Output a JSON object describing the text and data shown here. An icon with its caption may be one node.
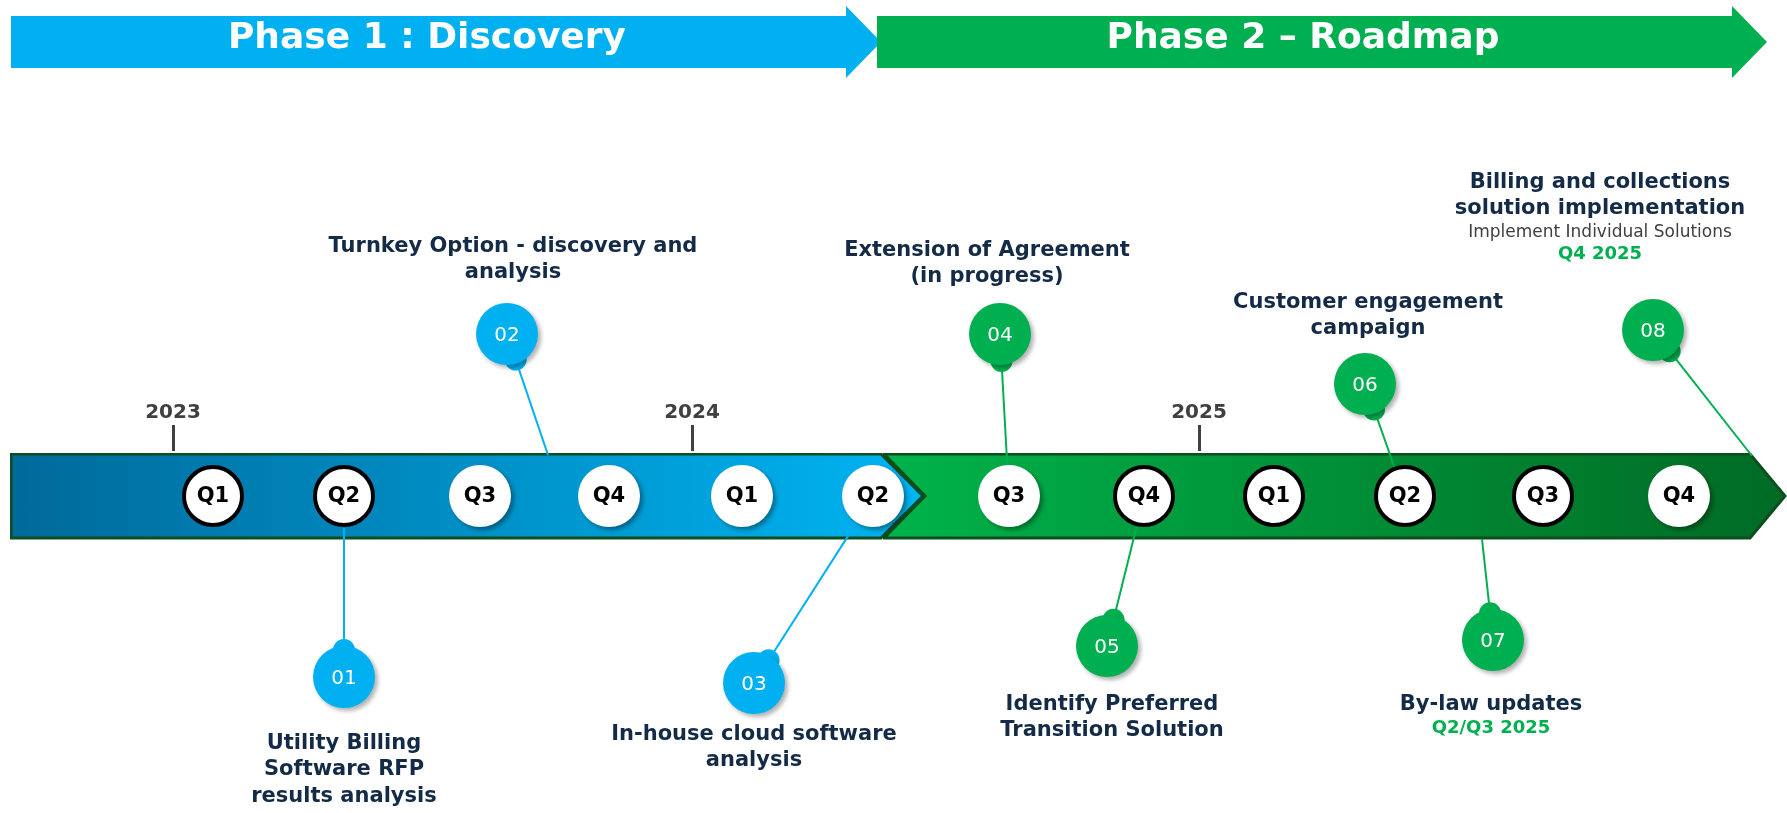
{
  "diagram": {
    "nodes": [
      {
        "text": [
          "Phase 1 : Discovery"
        ]
      },
      {
        "text": [
          "Phase 2 – Roadmap"
        ]
      },
      {
        "text": [],
        "shape": "bar"
      },
      {
        "text": [],
        "shape": "bar"
      },
      {
        "text": [
          "Q1"
        ],
        "in": 2
      },
      {
        "text": [
          "Q2"
        ],
        "in": 2
      },
      {
        "text": [
          "Q3"
        ],
        "in": 2
      },
      {
        "text": [
          "Q4"
        ],
        "in": 2
      },
      {
        "text": [
          "Q1"
        ],
        "in": 2
      },
      {
        "text": [
          "Q2"
        ],
        "in": 2
      },
      {
        "text": [
          "Q3"
        ],
        "in": 3
      },
      {
        "text": [
          "Q4"
        ],
        "in": 3
      },
      {
        "text": [
          "Q1"
        ],
        "in": 3
      },
      {
        "text": [
          "Q2"
        ],
        "in": 3
      },
      {
        "text": [
          "Q3"
        ],
        "in": 3
      },
      {
        "text": [
          "Q4"
        ],
        "in": 3
      },
      {
        "text": [
          "01"
        ],
        "beside": [
          "Utility Billing Software RFP results analysis"
        ]
      },
      {
        "text": [
          "02"
        ],
        "beside": [
          "Turnkey Option - discovery and analysis"
        ]
      },
      {
        "text": [
          "03"
        ],
        "beside": [
          "In-house cloud software analysis"
        ]
      },
      {
        "text": [
          "04"
        ],
        "beside": [
          "Extension of Agreement (in progress)"
        ]
      },
      {
        "text": [
          "05"
        ],
        "beside": [
          "Identify Preferred Transition Solution"
        ]
      },
      {
        "text": [
          "06"
        ],
        "beside": [
          "Customer engagement campaign"
        ]
      },
      {
        "text": [
          "07"
        ],
        "beside": [
          "By-law updates",
          "Q2/Q3 2025"
        ]
      },
      {
        "text": [
          "08"
        ],
        "beside": [
          "Billing and collections solution implementation",
          "Implement Individual Solutions",
          "Q4 2025"
        ]
      }
    ],
    "edges": [
      {
        "from": 16,
        "to": 5,
        "arrow": "other",
        "color": "#00b0f0"
      },
      {
        "from": 17,
        "to": 2,
        "arrow": "other",
        "color": "#00b0f0"
      },
      {
        "from": 18,
        "to": 9,
        "arrow": "other",
        "color": "#00b0f0"
      },
      {
        "from": 19,
        "to": 10,
        "arrow": "other"
      },
      {
        "from": 20,
        "to": 11,
        "arrow": "other"
      },
      {
        "from": 21,
        "to": 13,
        "arrow": "other"
      },
      {
        "from": 22,
        "to": 3,
        "arrow": "other"
      },
      {
        "from": 23,
        "to": 3,
        "arrow": "other"
      }
    ],
    "labels": [
      "2023",
      "2024",
      "2025"
    ]
  }
}
